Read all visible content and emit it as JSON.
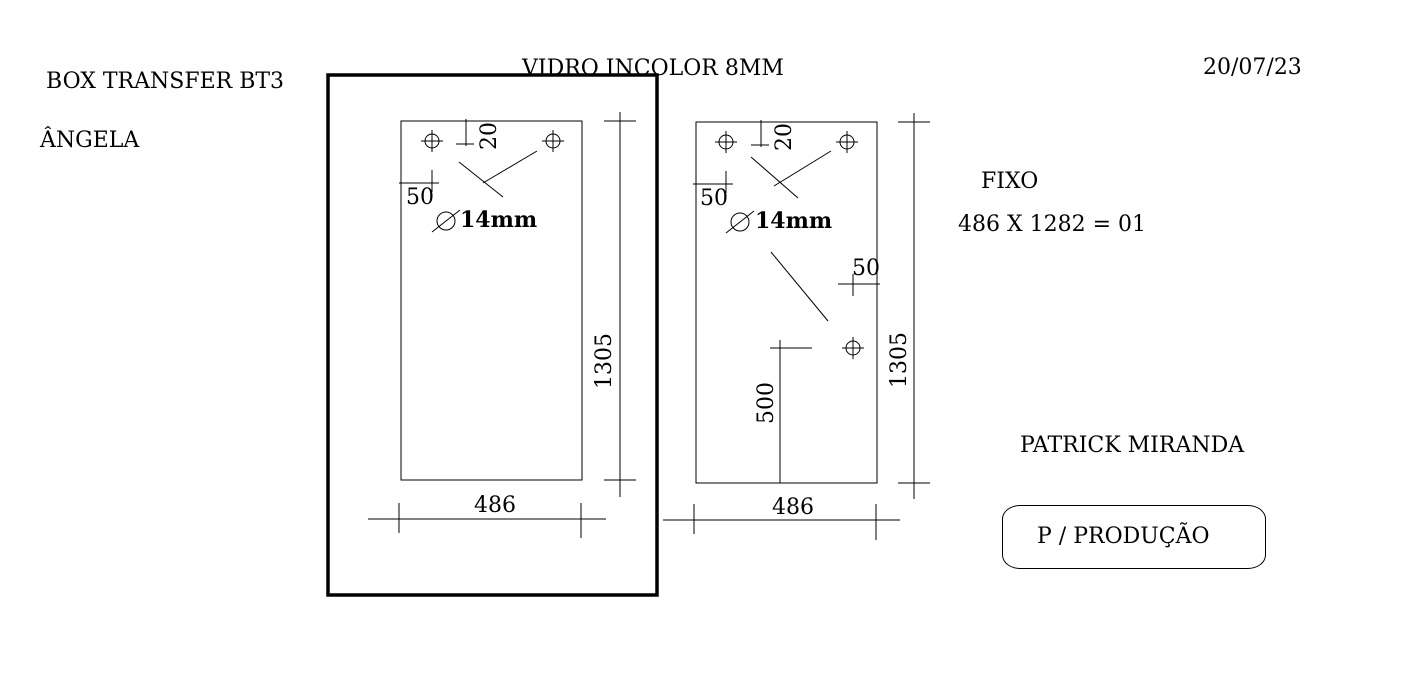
{
  "header": {
    "title": "BOX TRANSFER BT3",
    "client": "ÂNGELA",
    "material": "VIDRO INCOLOR 8MM",
    "date": "20/07/23"
  },
  "panel_left": {
    "hole_offset_top": "20",
    "hole_offset_side": "50",
    "hole_diameter": "14mm",
    "height": "1305",
    "width": "486"
  },
  "panel_right": {
    "hole_offset_top": "20",
    "hole_offset_side": "50",
    "hole_diameter": "14mm",
    "side_hole_offset": "50",
    "side_hole_height": "500",
    "height": "1305",
    "width": "486"
  },
  "info": {
    "type": "FIXO",
    "dimensions": "486 X 1282 = 01",
    "author": "PATRICK MIRANDA",
    "stamp": "P / PRODUÇÃO"
  }
}
